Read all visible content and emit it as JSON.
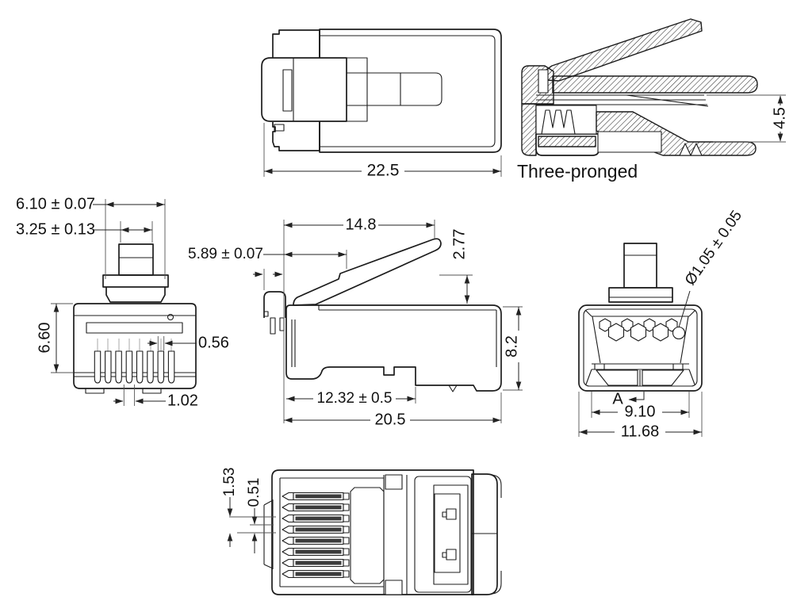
{
  "drawing": {
    "type": "engineering-drawing",
    "subject": "RJ45 shielded modular plug connector, multi-view dimensioned drawing",
    "units": "mm",
    "colors": {
      "ink": "#1c1c1c",
      "background": "#ffffff",
      "dimension_line": "#222222"
    },
    "views": {
      "top": {
        "dims": {
          "overall_length": "22.5"
        }
      },
      "section": {
        "caption": "Three-pronged",
        "dims": {
          "rear_opening_height": "4.5"
        }
      },
      "front": {
        "dims": {
          "latch_base_width": "6.10 ± 0.07",
          "latch_stem_width": "3.25 ± 0.13",
          "housing_height": "6.60",
          "contact_width": "0.56",
          "contact_pitch": "1.02"
        }
      },
      "side": {
        "dims": {
          "latch_length": "14.8",
          "latch_front_offset": "5.89 ± 0.07",
          "latch_rise_height": "2.77",
          "housing_height": "8.2",
          "crimp_length": "12.32 ± 0.5",
          "overall_length": "20.5"
        }
      },
      "rear": {
        "dims": {
          "wire_hole_diameter": "Ø1.05 ± 0.05",
          "section_label": "A",
          "cavity_width": "9.10",
          "overall_width": "11.68"
        }
      },
      "bottom": {
        "dims": {
          "contact_row_pitch": "1.53",
          "contact_slot_width": "0.51"
        }
      }
    }
  }
}
